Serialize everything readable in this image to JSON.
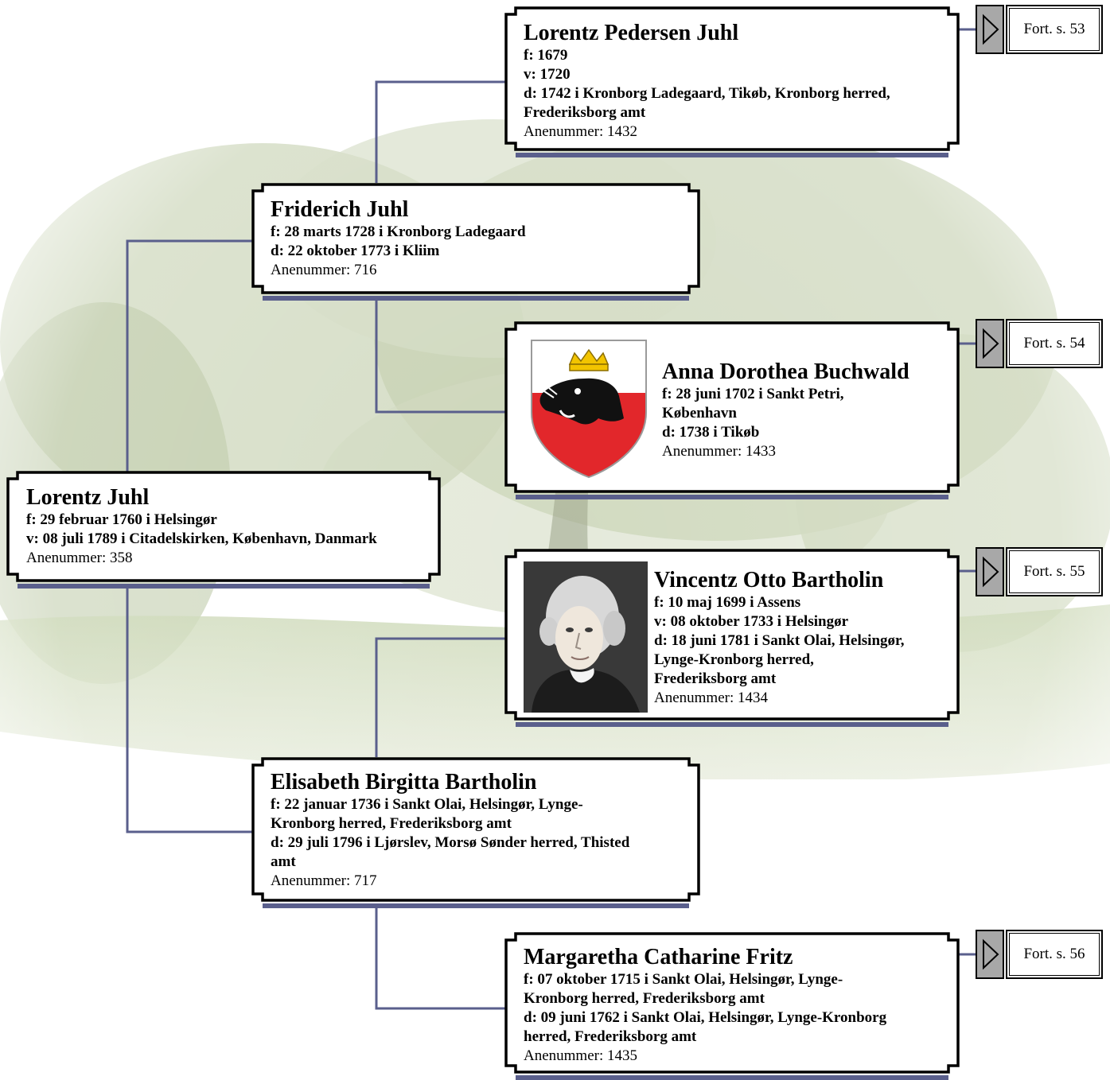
{
  "people": {
    "p358": {
      "name": "Lorentz Juhl",
      "facts": [
        "f: 29 februar 1760 i Helsingør",
        "v: 08 juli 1789 i Citadelskirken, København, Danmark"
      ],
      "anen": "Anenummer: 358"
    },
    "p716": {
      "name": "Friderich Juhl",
      "facts": [
        "f: 28 marts 1728 i Kronborg Ladegaard",
        "d: 22 oktober 1773 i Kliim"
      ],
      "anen": "Anenummer: 716"
    },
    "p717": {
      "name": "Elisabeth Birgitta Bartholin",
      "facts": [
        "f: 22 januar 1736 i Sankt Olai, Helsingør, Lynge-",
        "Kronborg herred, Frederiksborg amt",
        "d: 29 juli 1796 i Ljørslev, Morsø Sønder herred, Thisted",
        "amt"
      ],
      "anen": "Anenummer: 717"
    },
    "p1432": {
      "name": "Lorentz Pedersen Juhl",
      "facts": [
        "f: 1679",
        "v: 1720",
        "d: 1742 i Kronborg Ladegaard, Tikøb, Kronborg herred,",
        "Frederiksborg amt"
      ],
      "anen": "Anenummer: 1432"
    },
    "p1433": {
      "name": "Anna Dorothea Buchwald",
      "facts": [
        "f: 28 juni 1702 i Sankt Petri,",
        "København",
        "d: 1738 i Tikøb"
      ],
      "anen": "Anenummer: 1433"
    },
    "p1434": {
      "name": "Vincentz Otto Bartholin",
      "facts": [
        "f: 10 maj 1699 i Assens",
        "v: 08 oktober 1733 i Helsingør",
        "d: 18 juni 1781 i Sankt Olai, Helsingør,",
        "Lynge-Kronborg herred,",
        "Frederiksborg amt"
      ],
      "anen": "Anenummer: 1434"
    },
    "p1435": {
      "name": "Margaretha Catharine Fritz",
      "facts": [
        "f: 07 oktober 1715 i Sankt Olai, Helsingør, Lynge-",
        "Kronborg herred, Frederiksborg amt",
        "d: 09 juni 1762 i Sankt Olai, Helsingør, Lynge-Kronborg",
        "herred, Frederiksborg amt"
      ],
      "anen": "Anenummer: 1435"
    }
  },
  "continuations": {
    "p1432": "Fort. s. 53",
    "p1433": "Fort. s. 54",
    "p1434": "Fort. s. 55",
    "p1435": "Fort. s. 56"
  },
  "colors": {
    "connector": "#5a5f8c",
    "shield_red": "#e2272b",
    "crown": "#f2c400"
  },
  "icons": {
    "coat_of_arms": "boar-head-shield-icon",
    "portrait": "portrait-photo"
  }
}
